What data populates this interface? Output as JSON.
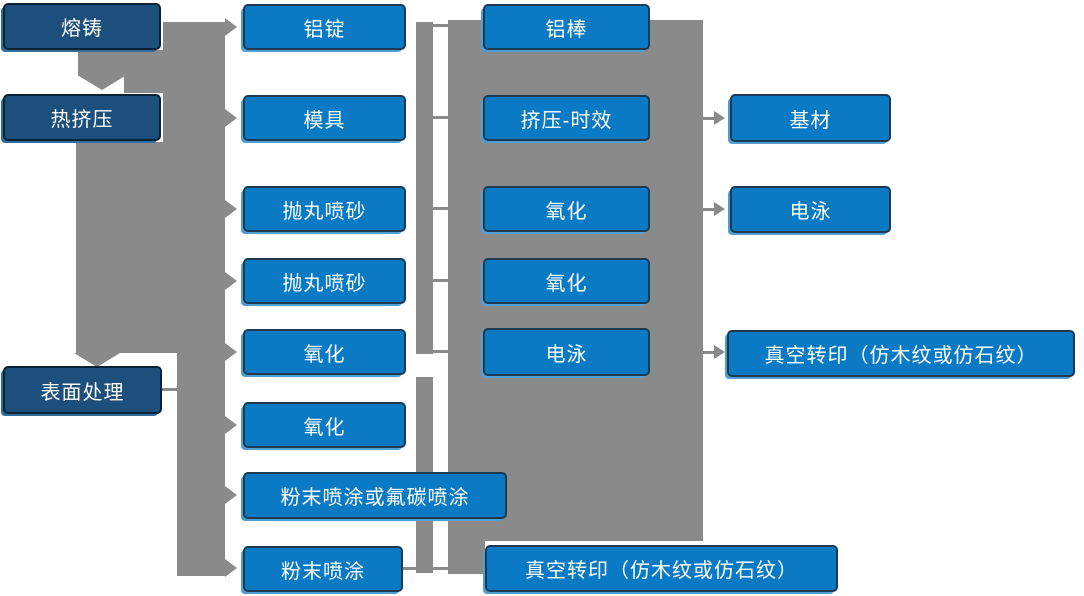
{
  "colors": {
    "node_fill": "#0b7ac4",
    "node_border": "#1c3a52",
    "node_shadow": "#4f9fd4",
    "dark_fill": "#1c4f7c",
    "dark_border": "#0a2233",
    "dark_shadow": "#336d9e",
    "connector": "#8a8a8a",
    "text": "#ffffff"
  },
  "columns": {
    "c1": {
      "melting": "熔铸",
      "hot_extrusion": "热挤压",
      "surface_treatment": "表面处理"
    },
    "c2": {
      "aluminum_ingot": "铝锭",
      "mold": "模具",
      "shot_blasting_1": "抛丸喷砂",
      "shot_blasting_2": "抛丸喷砂",
      "oxidation_1": "氧化",
      "oxidation_2": "氧化",
      "powder_or_fluorocarbon": "粉末喷涂或氟碳喷涂",
      "powder_coating": "粉末喷涂"
    },
    "c3": {
      "aluminum_rod": "铝棒",
      "extrusion_aging": "挤压-时效",
      "oxidation_1": "氧化",
      "oxidation_2": "氧化",
      "electrophoresis": "电泳",
      "vacuum_transfer": "真空转印（仿木纹或仿石纹）"
    },
    "c4": {
      "base_material": "基材",
      "electrophoresis": "电泳",
      "vacuum_transfer": "真空转印（仿木纹或仿石纹）"
    }
  },
  "edges": [
    "熔铸→铝锭",
    "熔铸↓热挤压",
    "热挤压→模具",
    "热挤压→抛丸喷砂(1)",
    "热挤压→抛丸喷砂(2)",
    "热挤压→氧化(1)",
    "热挤压↓表面处理",
    "表面处理→氧化(2)",
    "表面处理→粉末喷涂或氟碳喷涂",
    "表面处理→粉末喷涂",
    "挤压-时效→基材",
    "氧化→电泳",
    "电泳→真空转印（仿木纹或仿石纹）",
    "粉末喷涂→真空转印（仿木纹或仿石纹）"
  ]
}
